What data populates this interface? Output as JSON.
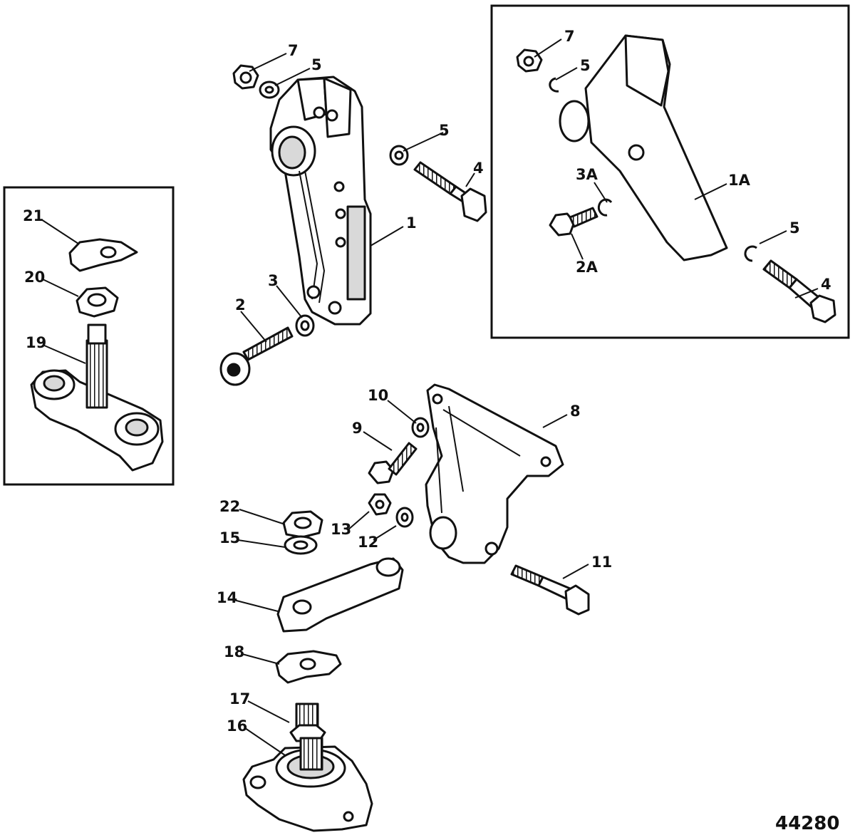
{
  "figure": {
    "number": "44280"
  },
  "callouts": {
    "c1": "1",
    "c2": "2",
    "c3": "3",
    "c4": "4",
    "c5a": "5",
    "c5b": "5",
    "c7": "7",
    "c7i": "7",
    "c5i": "5",
    "c3Ai": "3A",
    "c1Ai": "1A",
    "c2Ai": "2A",
    "c5i2": "5",
    "c4i": "4",
    "c21": "21",
    "c20": "20",
    "c19": "19",
    "c10": "10",
    "c9": "9",
    "c8": "8",
    "c22": "22",
    "c13": "13",
    "c12": "12",
    "c15": "15",
    "c11": "11",
    "c14": "14",
    "c18": "18",
    "c17": "17",
    "c16": "16"
  }
}
